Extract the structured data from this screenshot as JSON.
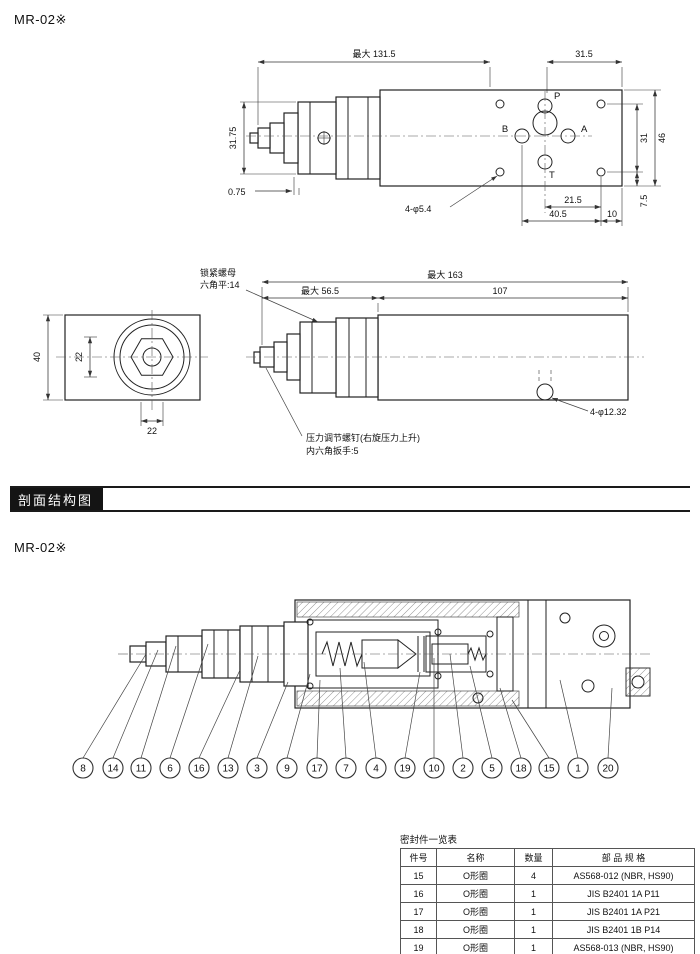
{
  "page": {
    "model_label": "MR-02※",
    "section_header": "剖面结构图"
  },
  "drawing_top": {
    "dim_overall_length": "最大 131.5",
    "dim_right_width": "31.5",
    "dim_adjuster_height": "31.75",
    "dim_offset": "0.75",
    "dim_port_span": "31",
    "dim_body_height": "46",
    "dim_bottom_offset": "7.5",
    "dim_21_5": "21.5",
    "dim_40_5": "40.5",
    "dim_10": "10",
    "mounting_holes": "4-φ5.4",
    "port_p": "P",
    "port_a": "A",
    "port_b": "B",
    "port_t": "T"
  },
  "drawing_side": {
    "dim_overall_length": "最大 163",
    "dim_adjuster_length": "最大 56.5",
    "dim_body_length": "107",
    "dim_face_height": "40",
    "dim_face_inner": "22",
    "dim_face_width": "22",
    "through_holes": "4-φ12.32",
    "note_locknut_1": "锁紧螺母",
    "note_locknut_2": "六角平:14",
    "note_adjust_1": "压力调节螺钉(右旋压力上升)",
    "note_adjust_2": "内六角扳手:5"
  },
  "cross_section": {
    "balloons": [
      "8",
      "14",
      "11",
      "6",
      "16",
      "13",
      "3",
      "9",
      "17",
      "7",
      "4",
      "19",
      "10",
      "2",
      "5",
      "18",
      "15",
      "1",
      "20"
    ]
  },
  "seal_table": {
    "title": "密封件一览表",
    "headers": [
      "件号",
      "名称",
      "数量",
      "部 品 规 格"
    ],
    "rows": [
      [
        "15",
        "O形圈",
        "4",
        "AS568-012 (NBR, HS90)"
      ],
      [
        "16",
        "O形圈",
        "1",
        "JIS B2401 1A P11"
      ],
      [
        "17",
        "O形圈",
        "1",
        "JIS B2401 1A P21"
      ],
      [
        "18",
        "O形圈",
        "1",
        "JIS B2401 1B P14"
      ],
      [
        "19",
        "O形圈",
        "1",
        "AS568-013 (NBR, HS90)"
      ]
    ]
  }
}
